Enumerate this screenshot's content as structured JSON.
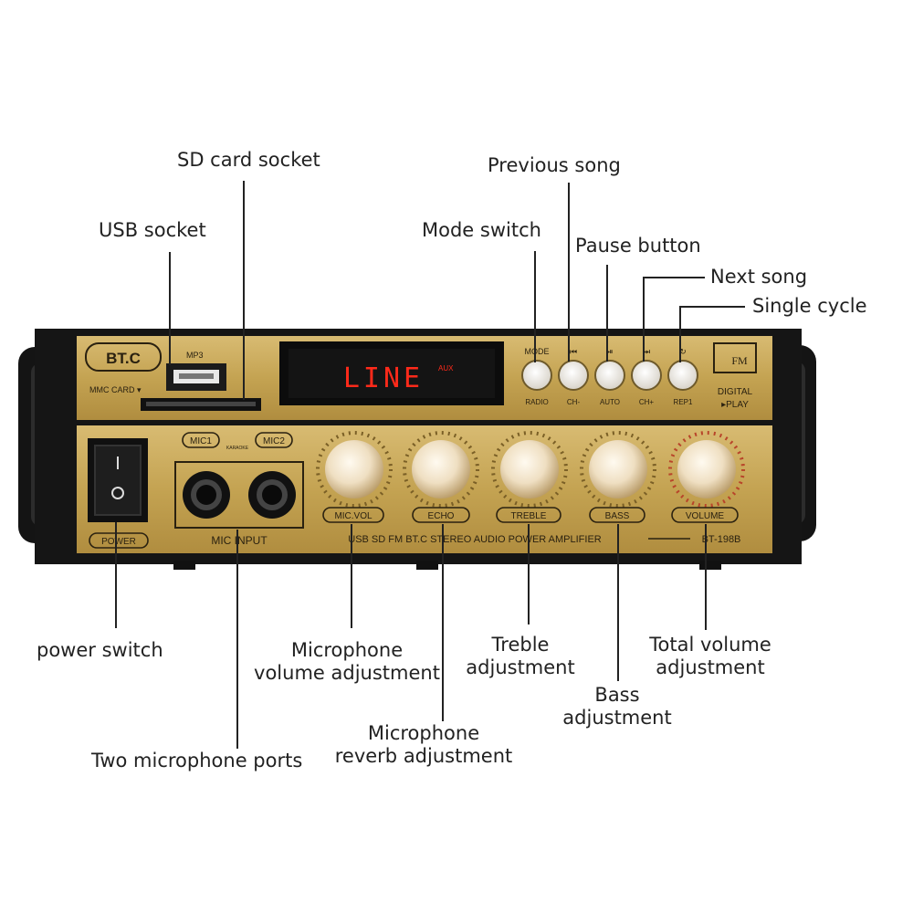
{
  "callouts": {
    "sd_card": "SD card socket",
    "usb": "USB socket",
    "previous": "Previous song",
    "mode": "Mode switch",
    "pause": "Pause button",
    "next": "Next song",
    "single": "Single cycle",
    "power": "power switch",
    "mic_vol_1": "Microphone",
    "mic_vol_2": "volume adjustment",
    "treble_1": "Treble",
    "treble_2": "adjustment",
    "total_1": "Total volume",
    "total_2": "adjustment",
    "bass_1": "Bass",
    "bass_2": "adjustment",
    "reverb_1": "Microphone",
    "reverb_2": "reverb adjustment",
    "mic_ports": "Two microphone ports"
  },
  "device": {
    "brand": "BT.C",
    "mp3": "MP3",
    "mmc": "MMC CARD ▾",
    "display": "LINE",
    "display_aux": "AUX",
    "fm": "FM",
    "digital": "DIGITAL",
    "play": "▸PLAY",
    "buttons_top": [
      "MODE",
      "⏮",
      "⏯",
      "⏭",
      "↻"
    ],
    "buttons_bottom": [
      "RADIO",
      "CH-",
      "AUTO",
      "CH+",
      "REP1"
    ],
    "mic1": "MIC1",
    "mic2": "MIC2",
    "karaoke": "KARAOKE",
    "mic_input": "MIC INPUT",
    "power": "POWER",
    "knobs": [
      "MIC.VOL",
      "ECHO",
      "TREBLE",
      "BASS",
      "VOLUME"
    ],
    "strip": "USB SD FM BT.C STEREO AUDIO POWER AMPLIFIER",
    "model": "BT-198B"
  },
  "colors": {
    "gold": "#c9a95a",
    "gold_dark": "#8c6f2c",
    "black": "#1a1a1a",
    "led_red": "#ff2a1a"
  }
}
